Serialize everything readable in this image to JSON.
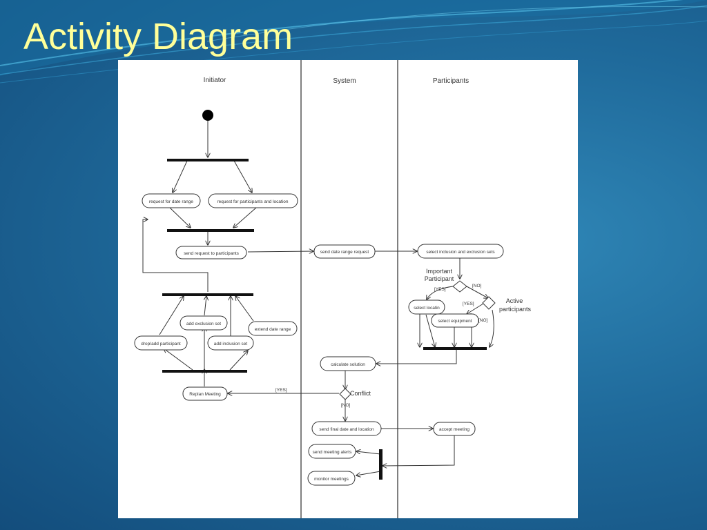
{
  "slide": {
    "title": "Activity Diagram"
  },
  "diagram": {
    "lanes": [
      "Initiator",
      "System",
      "Participants"
    ],
    "actions": {
      "request_date_range": "request for date range",
      "request_participants_location": "request for participants and location",
      "send_request_participants": "send request to participants",
      "send_date_range_request": "send date range request",
      "select_sets": "select inclusion and exclusion sets",
      "select_location": "select locatin",
      "select_equipment": "select equipment",
      "add_exclusion_set": "add exclusion set",
      "extend_date_range": "extend date range",
      "drop_add_participant": "drop/add participant",
      "add_inclusion_set": "add inclusion set",
      "calculate_solution": "calculate solution",
      "replan_meeting": "Replan Meeting",
      "send_final": "send final date and location",
      "accept_meeting": "accept meeting",
      "send_alerts": "send meeting alerts",
      "monitor_meetings": "monitor meetings"
    },
    "decisions": {
      "important_line1": "Important",
      "important_line2": "Participant",
      "active_line1": "Active",
      "active_line2": "participants",
      "conflict": "Conflict"
    },
    "guards": {
      "yes_important": "[YES]",
      "no_important": "[NO]",
      "yes_active": "[YES]",
      "no_active": "[NO]",
      "yes_conflict": "[YES]",
      "no_conflict": "[NO]"
    }
  }
}
